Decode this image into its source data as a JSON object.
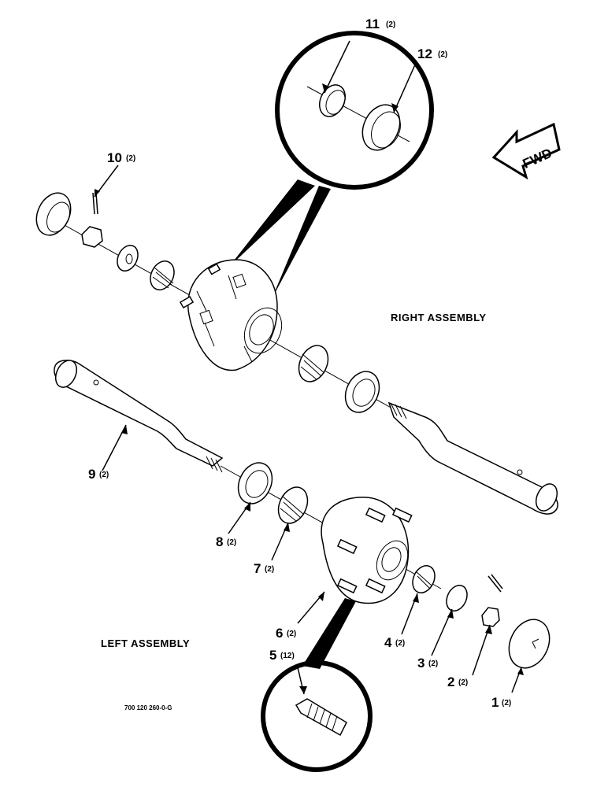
{
  "figure": {
    "drawing_code": "700 120 260-0-G",
    "forward_arrow_label": "FWD",
    "assemblies": {
      "right": "RIGHT ASSEMBLY",
      "left": "LEFT ASSEMBLY"
    },
    "callouts": [
      {
        "number": "1",
        "qty": "(2)"
      },
      {
        "number": "2",
        "qty": "(2)"
      },
      {
        "number": "3",
        "qty": "(2)"
      },
      {
        "number": "4",
        "qty": "(2)"
      },
      {
        "number": "5",
        "qty": "(12)"
      },
      {
        "number": "6",
        "qty": "(2)"
      },
      {
        "number": "7",
        "qty": "(2)"
      },
      {
        "number": "8",
        "qty": "(2)"
      },
      {
        "number": "9",
        "qty": "(2)"
      },
      {
        "number": "10",
        "qty": "(2)"
      },
      {
        "number": "11",
        "qty": "(2)"
      },
      {
        "number": "12",
        "qty": "(2)"
      }
    ]
  }
}
